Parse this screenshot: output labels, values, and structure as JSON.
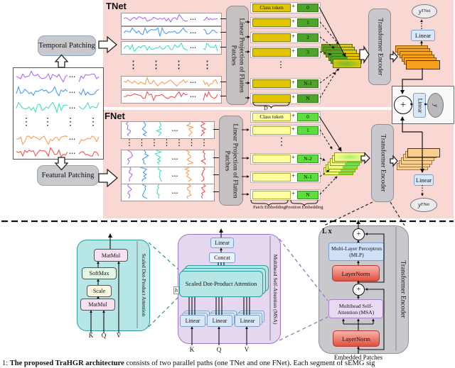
{
  "caption": {
    "prefix": "1:",
    "bold": "The proposed TraHGR architecture",
    "rest": "consists of two parallel paths (one TNet and one FNet). Each segment of sEMG sig"
  },
  "glyphs": {
    "plus": "+",
    "ellipsis_h": "…",
    "ellipsis_v": "⋮"
  },
  "left_panel": {
    "temporal_patching": "Temporal Patching",
    "featural_patching": "Featural Patching"
  },
  "tnet": {
    "title": "TNet",
    "projection": "Linear Projection of Flatten Patches",
    "class_token": "Class token",
    "positions": [
      "0",
      "1",
      "2",
      "3",
      "N-1",
      "N"
    ],
    "d_label": "D",
    "encoder": "Transformer Encoder",
    "linear": "Linear",
    "out_y": "y",
    "out_sub": "TNet"
  },
  "fnet": {
    "title": "FNet",
    "projection": "Linear Projection of Flatten Patches",
    "class_token": "Class token",
    "positions": [
      "0",
      "1",
      "N-2",
      "N-1",
      "N"
    ],
    "patch_embedding": "Patch Embedding",
    "position_embedding": "Position Embedding",
    "encoder": "Transformer Encoder",
    "linear": "Linear",
    "out_y": "y",
    "out_sub": "FNet"
  },
  "fusion": {
    "plus": "+",
    "linear": "Linear",
    "y": "y"
  },
  "sdpa": {
    "title": "Scaled Dot-Product Attention",
    "matmul_top": "MatMul",
    "softmax": "SoftMax",
    "scale": "Scale",
    "matmul_bottom": "MatMul",
    "k": "K",
    "q": "Q",
    "v": "V"
  },
  "msa": {
    "title": "Multihead Self-Attention (MSA)",
    "linear": "Linear",
    "concat": "Concat",
    "sdpa": "Scaled Dot-Product Attention",
    "h": "h",
    "k": "K",
    "q": "Q",
    "v": "V"
  },
  "encoder_detail": {
    "title": "Transformer Encoder",
    "loop": "L x",
    "plus": "+",
    "mlp": "Multi-Layer Perceptron (MLP)",
    "layernorm1": "LayerNorm",
    "msa": "Multihead Self-Attention (MSA)",
    "layernorm2": "LayerNorm",
    "embedded": "Embedded Patches"
  },
  "colors": {
    "pink": "#f9d8d4",
    "signal": [
      "#b06df0",
      "#4a9df0",
      "#46dcc3",
      "#f5a05a",
      "#f05252"
    ],
    "tnet_yellow": "#e2c606",
    "tnet_yellow_border": "#8f7d00",
    "tnet_green": "#4fa22a",
    "tnet_green_border": "#2f7a12",
    "fnet_yellow": "#ffffa0",
    "fnet_yellow_border": "#b6ae2a",
    "fnet_green": "#5ede3e",
    "fnet_green_border": "#2f9a12",
    "orange": "#f5a11f",
    "orange_border": "#8a5500",
    "tan": "#f8cf8e",
    "tan_border": "#9a7a40",
    "gray": "#c9c9cd",
    "teal_fill": "#b7e6e6",
    "teal_border": "#2f9a9a",
    "purple_fill": "#e6d7f0",
    "purple_border": "#a275c8",
    "blue_fill": "#d9e8f9",
    "blue_border": "#7d9fca"
  }
}
